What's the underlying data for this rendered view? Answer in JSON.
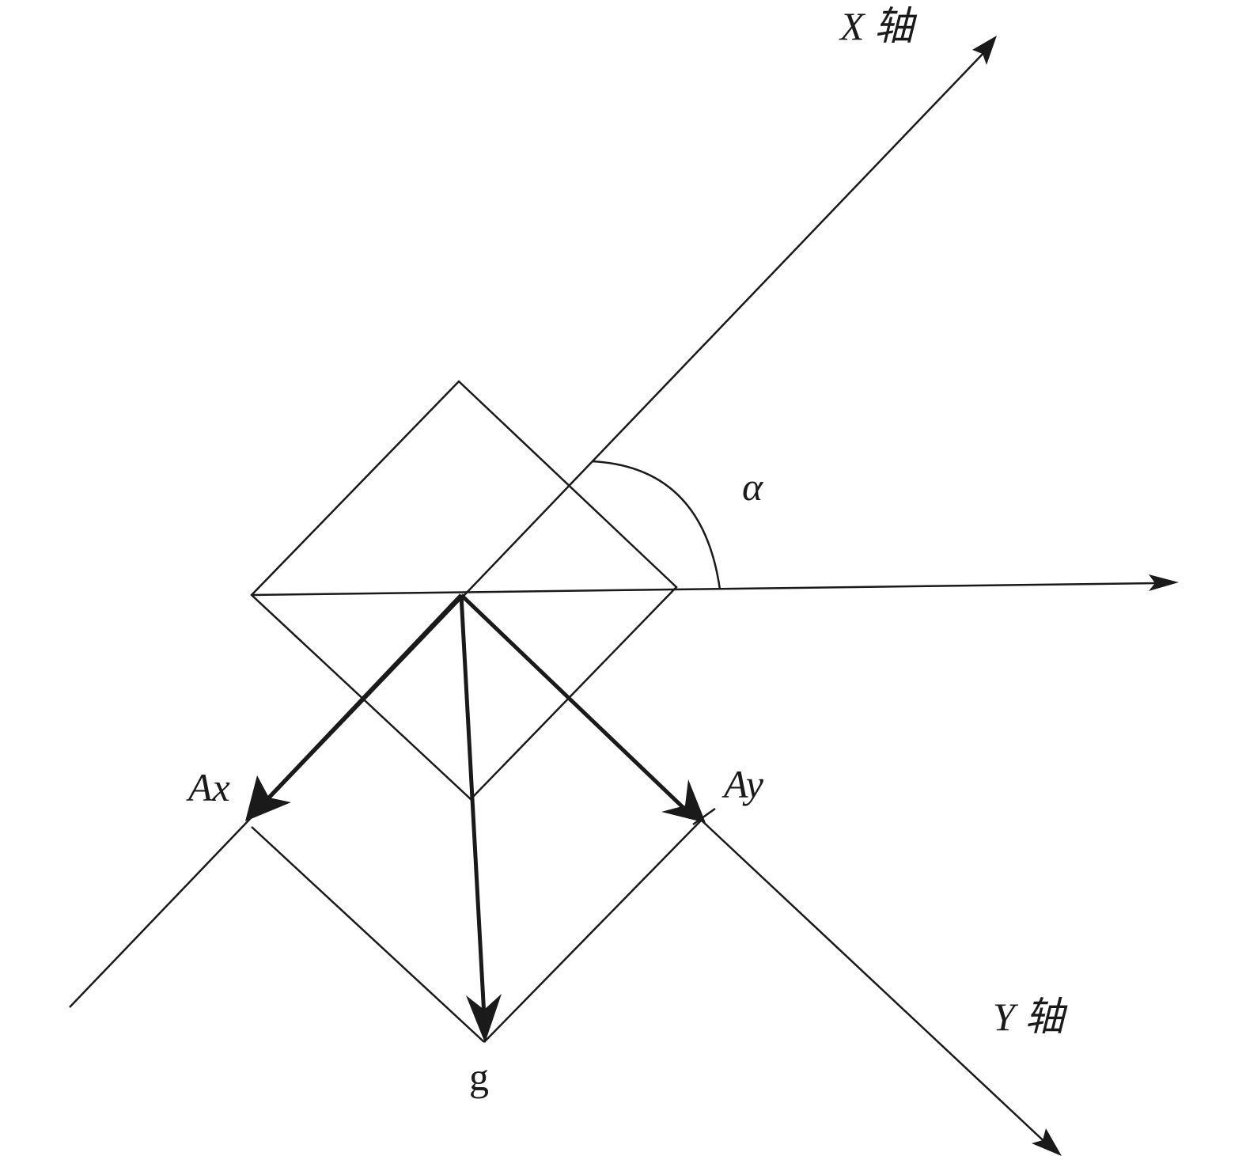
{
  "labels": {
    "x_axis": "X 轴",
    "y_axis": "Y 轴",
    "alpha": "α",
    "ax": "Ax",
    "ay": "Ay",
    "g": "g"
  },
  "colors": {
    "stroke": "#1a1a1a",
    "background": "#ffffff"
  }
}
